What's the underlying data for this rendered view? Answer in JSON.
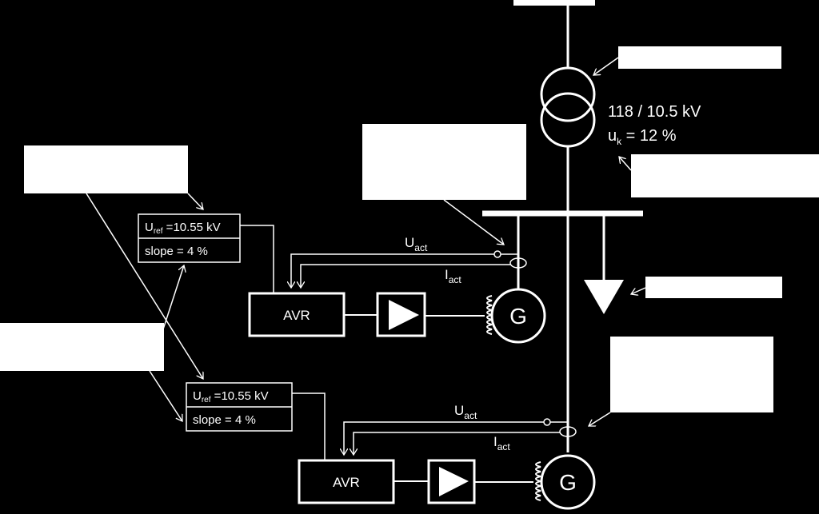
{
  "transformer": {
    "ratio": "118 / 10.5 kV",
    "uk_main": "u",
    "uk_sub": "k",
    "uk_value": " = 12 %"
  },
  "controller_top": {
    "uref_main": "U",
    "uref_sub": "ref",
    "uref_value": " =10.55 kV",
    "slope": "slope = 4 %"
  },
  "controller_bottom": {
    "uref_main": "U",
    "uref_sub": "ref",
    "uref_value": " =10.55 kV",
    "slope": "slope = 4 %"
  },
  "gen_top": {
    "avr": "AVR",
    "generator": "G",
    "uact_main": "U",
    "uact_sub": "act",
    "iact_main": "I",
    "iact_sub": "act"
  },
  "gen_bottom": {
    "avr": "AVR",
    "generator": "G",
    "uact_main": "U",
    "uact_sub": "act",
    "iact_main": "I",
    "iact_sub": "act"
  }
}
